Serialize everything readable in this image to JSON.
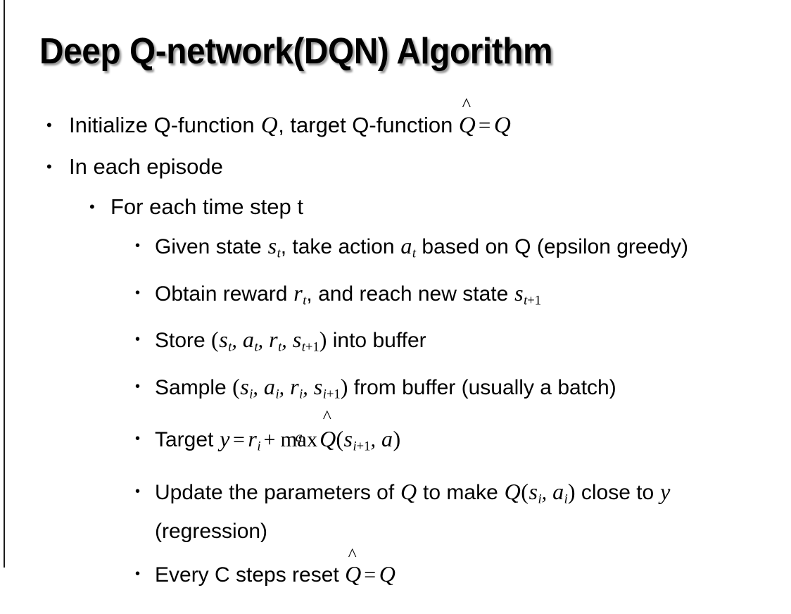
{
  "slide": {
    "title": "Deep Q-network(DQN) Algorithm",
    "background_color": "#ffffff",
    "text_color": "#000000",
    "border_color": "#1b1b1b",
    "bullet_glyph": "•"
  },
  "content": {
    "b1": {
      "level": 1,
      "text": "Initialize Q-function Q, target Q-function Q̂ = Q",
      "pre": "Initialize Q-function ",
      "var1": "Q",
      "mid": ", target Q-function ",
      "qhat": "Q",
      "hat": "^",
      "eq": "=",
      "var2": "Q"
    },
    "b2": {
      "level": 1,
      "text": "In each episode"
    },
    "b3": {
      "level": 2,
      "text": "For each time step t"
    },
    "b4": {
      "level": 3,
      "text": "Given state s_t, take action a_t based on Q (epsilon greedy)",
      "pre": "Given state ",
      "s": "s",
      "s_sub": "t",
      "mid": ", take action ",
      "a": "a",
      "a_sub": "t",
      "post": " based on Q (epsilon greedy)"
    },
    "b5": {
      "level": 3,
      "text": "Obtain reward r_t, and reach new state s_t+1",
      "pre": "Obtain reward ",
      "r": "r",
      "r_sub": "t",
      "mid": ", and reach new state ",
      "s": "s",
      "s_sub_letter": "t",
      "s_sub_rest": "+1"
    },
    "b6": {
      "level": 3,
      "text": "Store (s_t, a_t, r_t, s_t+1) into buffer",
      "pre": "Store ",
      "open": "(",
      "s": "s",
      "s_sub": "t",
      "c1": ", ",
      "a": "a",
      "a_sub": "t",
      "c2": ", ",
      "r": "r",
      "r_sub": "t",
      "c3": ", ",
      "s2": "s",
      "s2_sub_letter": "t",
      "s2_sub_rest": "+1",
      "close": ")",
      "post": " into buffer"
    },
    "b7": {
      "level": 3,
      "text": "Sample (s_i, a_i, r_i, s_i+1) from buffer (usually a batch)",
      "pre": "Sample ",
      "open": "(",
      "s": "s",
      "s_sub": "i",
      "c1": ", ",
      "a": "a",
      "a_sub": "i",
      "c2": ", ",
      "r": "r",
      "r_sub": "i",
      "c3": ", ",
      "s2": "s",
      "s2_sub_letter": "i",
      "s2_sub_rest": "+1",
      "close": ")",
      "post": " from buffer (usually a batch)"
    },
    "b8": {
      "level": 3,
      "text": "Target y = r_i + max_a Q̂(s_i+1, a)",
      "pre": "Target ",
      "y": "y",
      "eq": "=",
      "r": "r",
      "r_sub": "i",
      "plus": "+",
      "max": "max",
      "max_limit": "a",
      "qhat": "Q",
      "hat": "^",
      "open": "(",
      "s": "s",
      "s_sub_letter": "i",
      "s_sub_rest": "+1",
      "comma": ", ",
      "a": "a",
      "close": ")"
    },
    "b9": {
      "level": 3,
      "text": "Update the parameters of Q to make Q(s_i, a_i) close to y (regression)",
      "pre": "Update the parameters of ",
      "q1": "Q",
      "mid": " to make ",
      "q2": "Q",
      "open": "(",
      "s": "s",
      "s_sub": "i",
      "comma": ", ",
      "a": "a",
      "a_sub": "i",
      "close": ")",
      "post": " close to ",
      "y": "y",
      "tail": " (regression)"
    },
    "b10": {
      "level": 3,
      "text": "Every C steps reset Q̂ = Q",
      "pre": "Every C steps reset ",
      "qhat": "Q",
      "hat": "^",
      "eq": "=",
      "q": "Q"
    }
  }
}
